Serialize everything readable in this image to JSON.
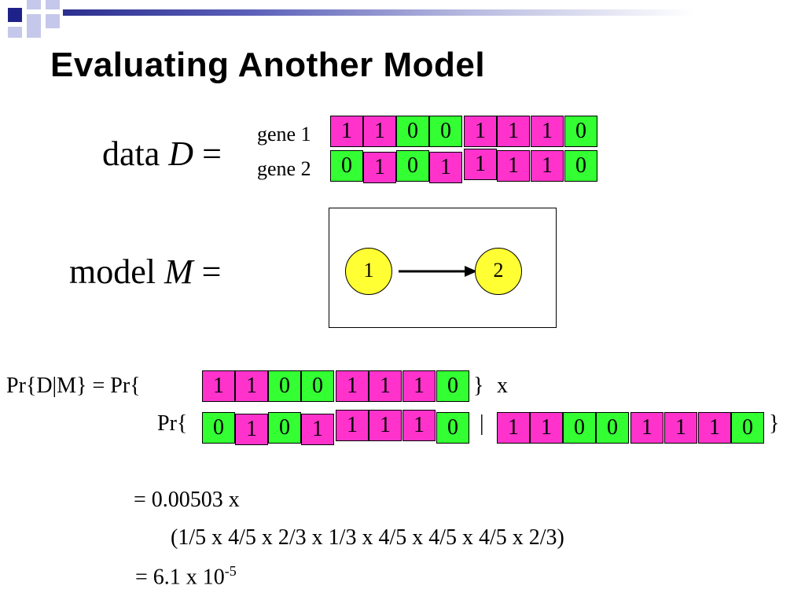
{
  "slide": {
    "title": "Evaluating Another Model",
    "data_label": "data ",
    "data_var": "D",
    "data_eq": " =",
    "gene1_label": "gene 1",
    "gene2_label": "gene 2",
    "gene1_values": [
      "1",
      "1",
      "0",
      "0",
      "1",
      "1",
      "1",
      "0"
    ],
    "gene2_values": [
      "0",
      "1",
      "0",
      "1",
      "1",
      "1",
      "1",
      "0"
    ],
    "model_label": "model ",
    "model_var": "M",
    "model_eq": " =",
    "node1": "1",
    "node2": "2",
    "pr_lhs": "Pr{D|M} = Pr{",
    "pr_close1": "}",
    "times": "x",
    "pr2_open": "Pr{",
    "given": "|",
    "pr_close2": "}",
    "eq1": "=  0.00503 x",
    "eq2": "(1/5 x 4/5 x 2/3 x 1/3 x 4/5 x 4/5 x 4/5 x 2/3)",
    "eq3_prefix": "=  6.1 x 10",
    "eq3_exp": "-5"
  },
  "colors": {
    "one": "#ff33cc",
    "zero": "#33ff33",
    "node": "#ffff33"
  }
}
